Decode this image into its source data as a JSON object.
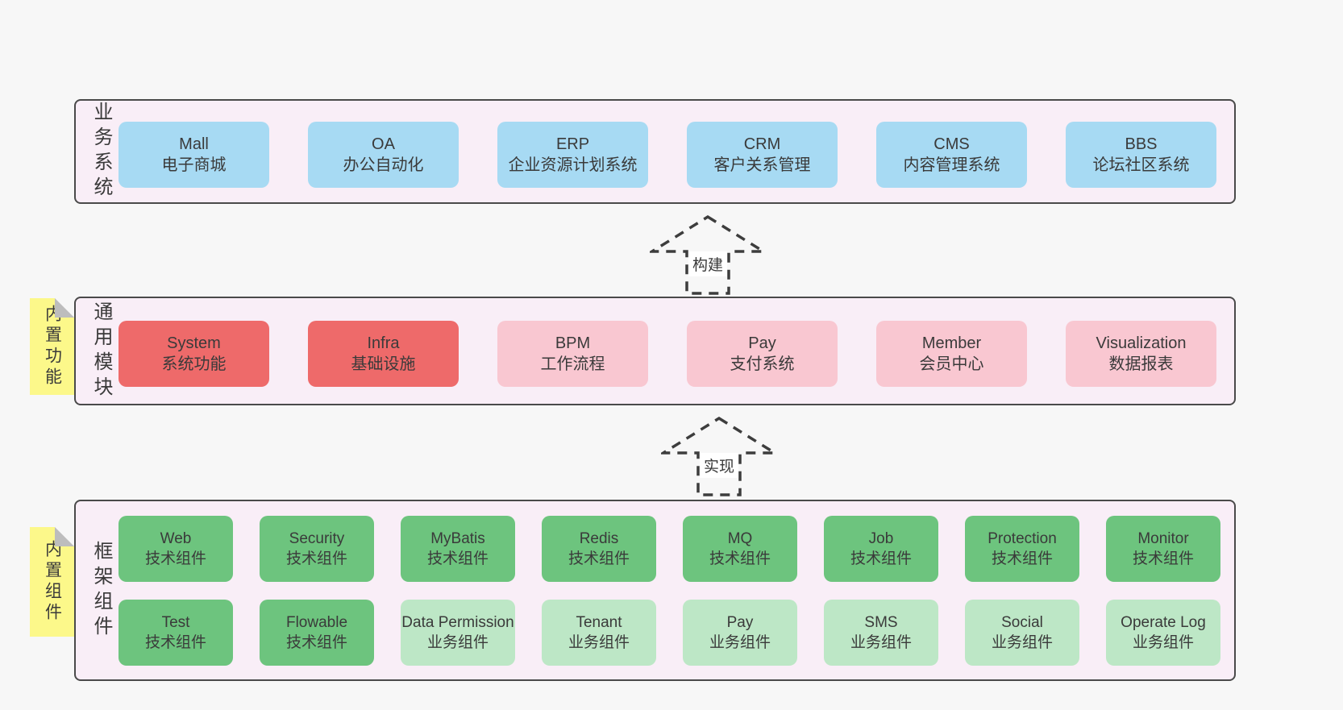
{
  "colors": {
    "page_bg": "#f7f7f7",
    "layer_bg": "#f9eef7",
    "layer_border": "#4a4a4a",
    "text": "#3a3a3a",
    "arrow": "#3d3d3d",
    "blue": "#a7daf3",
    "red": "#ee6a6a",
    "pink": "#f9c7d1",
    "green": "#6dc47e",
    "lightgreen": "#bde7c6",
    "sticky": "#fcf88a",
    "sticky_fold": "#bdbdbd"
  },
  "layers": {
    "business": {
      "label": "业务系统",
      "boxes": [
        {
          "title": "Mall",
          "subtitle": "电子商城",
          "color": "blue"
        },
        {
          "title": "OA",
          "subtitle": "办公自动化",
          "color": "blue"
        },
        {
          "title": "ERP",
          "subtitle": "企业资源计划系统",
          "color": "blue"
        },
        {
          "title": "CRM",
          "subtitle": "客户关系管理",
          "color": "blue"
        },
        {
          "title": "CMS",
          "subtitle": "内容管理系统",
          "color": "blue"
        },
        {
          "title": "BBS",
          "subtitle": "论坛社区系统",
          "color": "blue"
        }
      ]
    },
    "modules": {
      "label": "通用模块",
      "sticky": "内置功能",
      "boxes": [
        {
          "title": "System",
          "subtitle": "系统功能",
          "color": "red"
        },
        {
          "title": "Infra",
          "subtitle": "基础设施",
          "color": "red"
        },
        {
          "title": "BPM",
          "subtitle": "工作流程",
          "color": "pink"
        },
        {
          "title": "Pay",
          "subtitle": "支付系统",
          "color": "pink"
        },
        {
          "title": "Member",
          "subtitle": "会员中心",
          "color": "pink"
        },
        {
          "title": "Visualization",
          "subtitle": "数据报表",
          "color": "pink"
        }
      ]
    },
    "framework": {
      "label": "框架组件",
      "sticky": "内置组件",
      "rows": [
        [
          {
            "title": "Web",
            "subtitle": "技术组件",
            "color": "green"
          },
          {
            "title": "Security",
            "subtitle": "技术组件",
            "color": "green"
          },
          {
            "title": "MyBatis",
            "subtitle": "技术组件",
            "color": "green"
          },
          {
            "title": "Redis",
            "subtitle": "技术组件",
            "color": "green"
          },
          {
            "title": "MQ",
            "subtitle": "技术组件",
            "color": "green"
          },
          {
            "title": "Job",
            "subtitle": "技术组件",
            "color": "green"
          },
          {
            "title": "Protection",
            "subtitle": "技术组件",
            "color": "green"
          },
          {
            "title": "Monitor",
            "subtitle": "技术组件",
            "color": "green"
          }
        ],
        [
          {
            "title": "Test",
            "subtitle": "技术组件",
            "color": "green"
          },
          {
            "title": "Flowable",
            "subtitle": "技术组件",
            "color": "green"
          },
          {
            "title": "Data Permission",
            "subtitle": "业务组件",
            "color": "lightgreen"
          },
          {
            "title": "Tenant",
            "subtitle": "业务组件",
            "color": "lightgreen"
          },
          {
            "title": "Pay",
            "subtitle": "业务组件",
            "color": "lightgreen"
          },
          {
            "title": "SMS",
            "subtitle": "业务组件",
            "color": "lightgreen"
          },
          {
            "title": "Social",
            "subtitle": "业务组件",
            "color": "lightgreen"
          },
          {
            "title": "Operate Log",
            "subtitle": "业务组件",
            "color": "lightgreen"
          }
        ]
      ]
    }
  },
  "arrows": [
    {
      "label": "构建"
    },
    {
      "label": "实现"
    }
  ]
}
